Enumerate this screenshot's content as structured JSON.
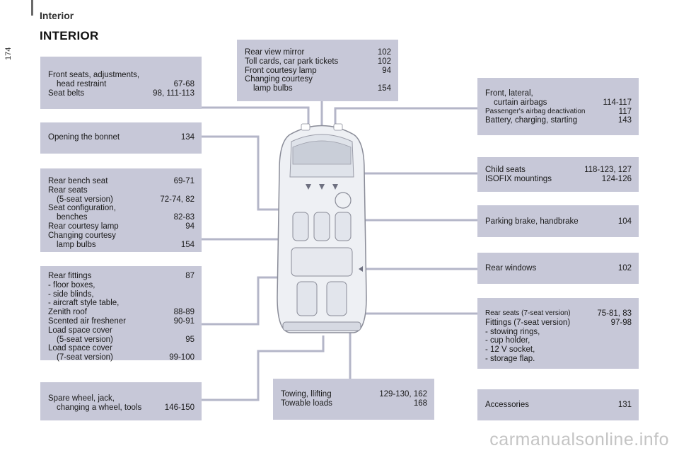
{
  "page": {
    "number": "174",
    "section": "Interior",
    "title": "INTERIOR"
  },
  "boxes": {
    "front_seats": [
      {
        "text": "Front seats, adjustments,",
        "page": ""
      },
      {
        "text": "head restraint",
        "page": "67-68"
      },
      {
        "text": "Seat belts",
        "page": "98, 111-113"
      }
    ],
    "bonnet": [
      {
        "text": "Opening the bonnet",
        "page": "134"
      }
    ],
    "rear_bench": [
      {
        "text": "Rear bench seat",
        "page": "69-71"
      },
      {
        "text": "Rear seats",
        "page": ""
      },
      {
        "text": "(5-seat version)",
        "page": "72-74, 82"
      },
      {
        "text": "Seat configuration,",
        "page": ""
      },
      {
        "text": "benches",
        "page": "82-83"
      },
      {
        "text": "Rear courtesy lamp",
        "page": "94"
      },
      {
        "text": "Changing courtesy",
        "page": ""
      },
      {
        "text": "lamp bulbs",
        "page": "154"
      }
    ],
    "rear_fittings": [
      {
        "text": "Rear fittings",
        "page": "87"
      },
      {
        "text": "-  floor boxes,",
        "page": ""
      },
      {
        "text": "-  side blinds,",
        "page": ""
      },
      {
        "text": "-  aircraft style table,",
        "page": ""
      },
      {
        "text": "Zenith roof",
        "page": "88-89"
      },
      {
        "text": "Scented air freshener",
        "page": "90-91"
      },
      {
        "text": "Load space cover",
        "page": ""
      },
      {
        "text": "(5-seat version)",
        "page": "95"
      },
      {
        "text": "Load space cover",
        "page": ""
      },
      {
        "text": "(7-seat version)",
        "page": "99-100"
      }
    ],
    "spare_wheel": [
      {
        "text": "Spare wheel, jack,",
        "page": ""
      },
      {
        "text": "changing a wheel, tools",
        "page": "146-150"
      }
    ],
    "mirror": [
      {
        "text": "Rear view mirror",
        "page": "102"
      },
      {
        "text": "Toll cards, car park tickets",
        "page": "102"
      },
      {
        "text": "Front courtesy lamp",
        "page": "94"
      },
      {
        "text": "Changing courtesy",
        "page": ""
      },
      {
        "text": "lamp bulbs",
        "page": "154"
      }
    ],
    "towing": [
      {
        "text": "Towing, llifting",
        "page": "129-130, 162"
      },
      {
        "text": "Towable loads",
        "page": "168"
      }
    ],
    "airbags": [
      {
        "text": "Front, lateral,",
        "page": ""
      },
      {
        "text": "curtain airbags",
        "page": "114-117"
      },
      {
        "text": "Passenger's airbag deactivation",
        "page": "117"
      },
      {
        "text": "Battery, charging, starting",
        "page": "143"
      }
    ],
    "child_seats": [
      {
        "text": "Child seats",
        "page": "118-123, 127"
      },
      {
        "text": "ISOFIX mountings",
        "page": "124-126"
      }
    ],
    "parking_brake": [
      {
        "text": "Parking brake, handbrake",
        "page": "104"
      }
    ],
    "rear_windows": [
      {
        "text": "Rear windows",
        "page": "102"
      }
    ],
    "rear_seats7": [
      {
        "text": "Rear seats (7-seat version)",
        "page": "75-81, 83"
      },
      {
        "text": "Fittings (7-seat version)",
        "page": "97-98"
      },
      {
        "text": "-  stowing rings,",
        "page": ""
      },
      {
        "text": "-  cup holder,",
        "page": ""
      },
      {
        "text": "-  12 V socket,",
        "page": ""
      },
      {
        "text": "-  storage flap.",
        "page": ""
      }
    ],
    "accessories": [
      {
        "text": "Accessories",
        "page": "131"
      }
    ]
  },
  "watermark": "carmanualsonline.info",
  "colors": {
    "box": "#c7c8d8",
    "line": "#b4b6c8"
  }
}
